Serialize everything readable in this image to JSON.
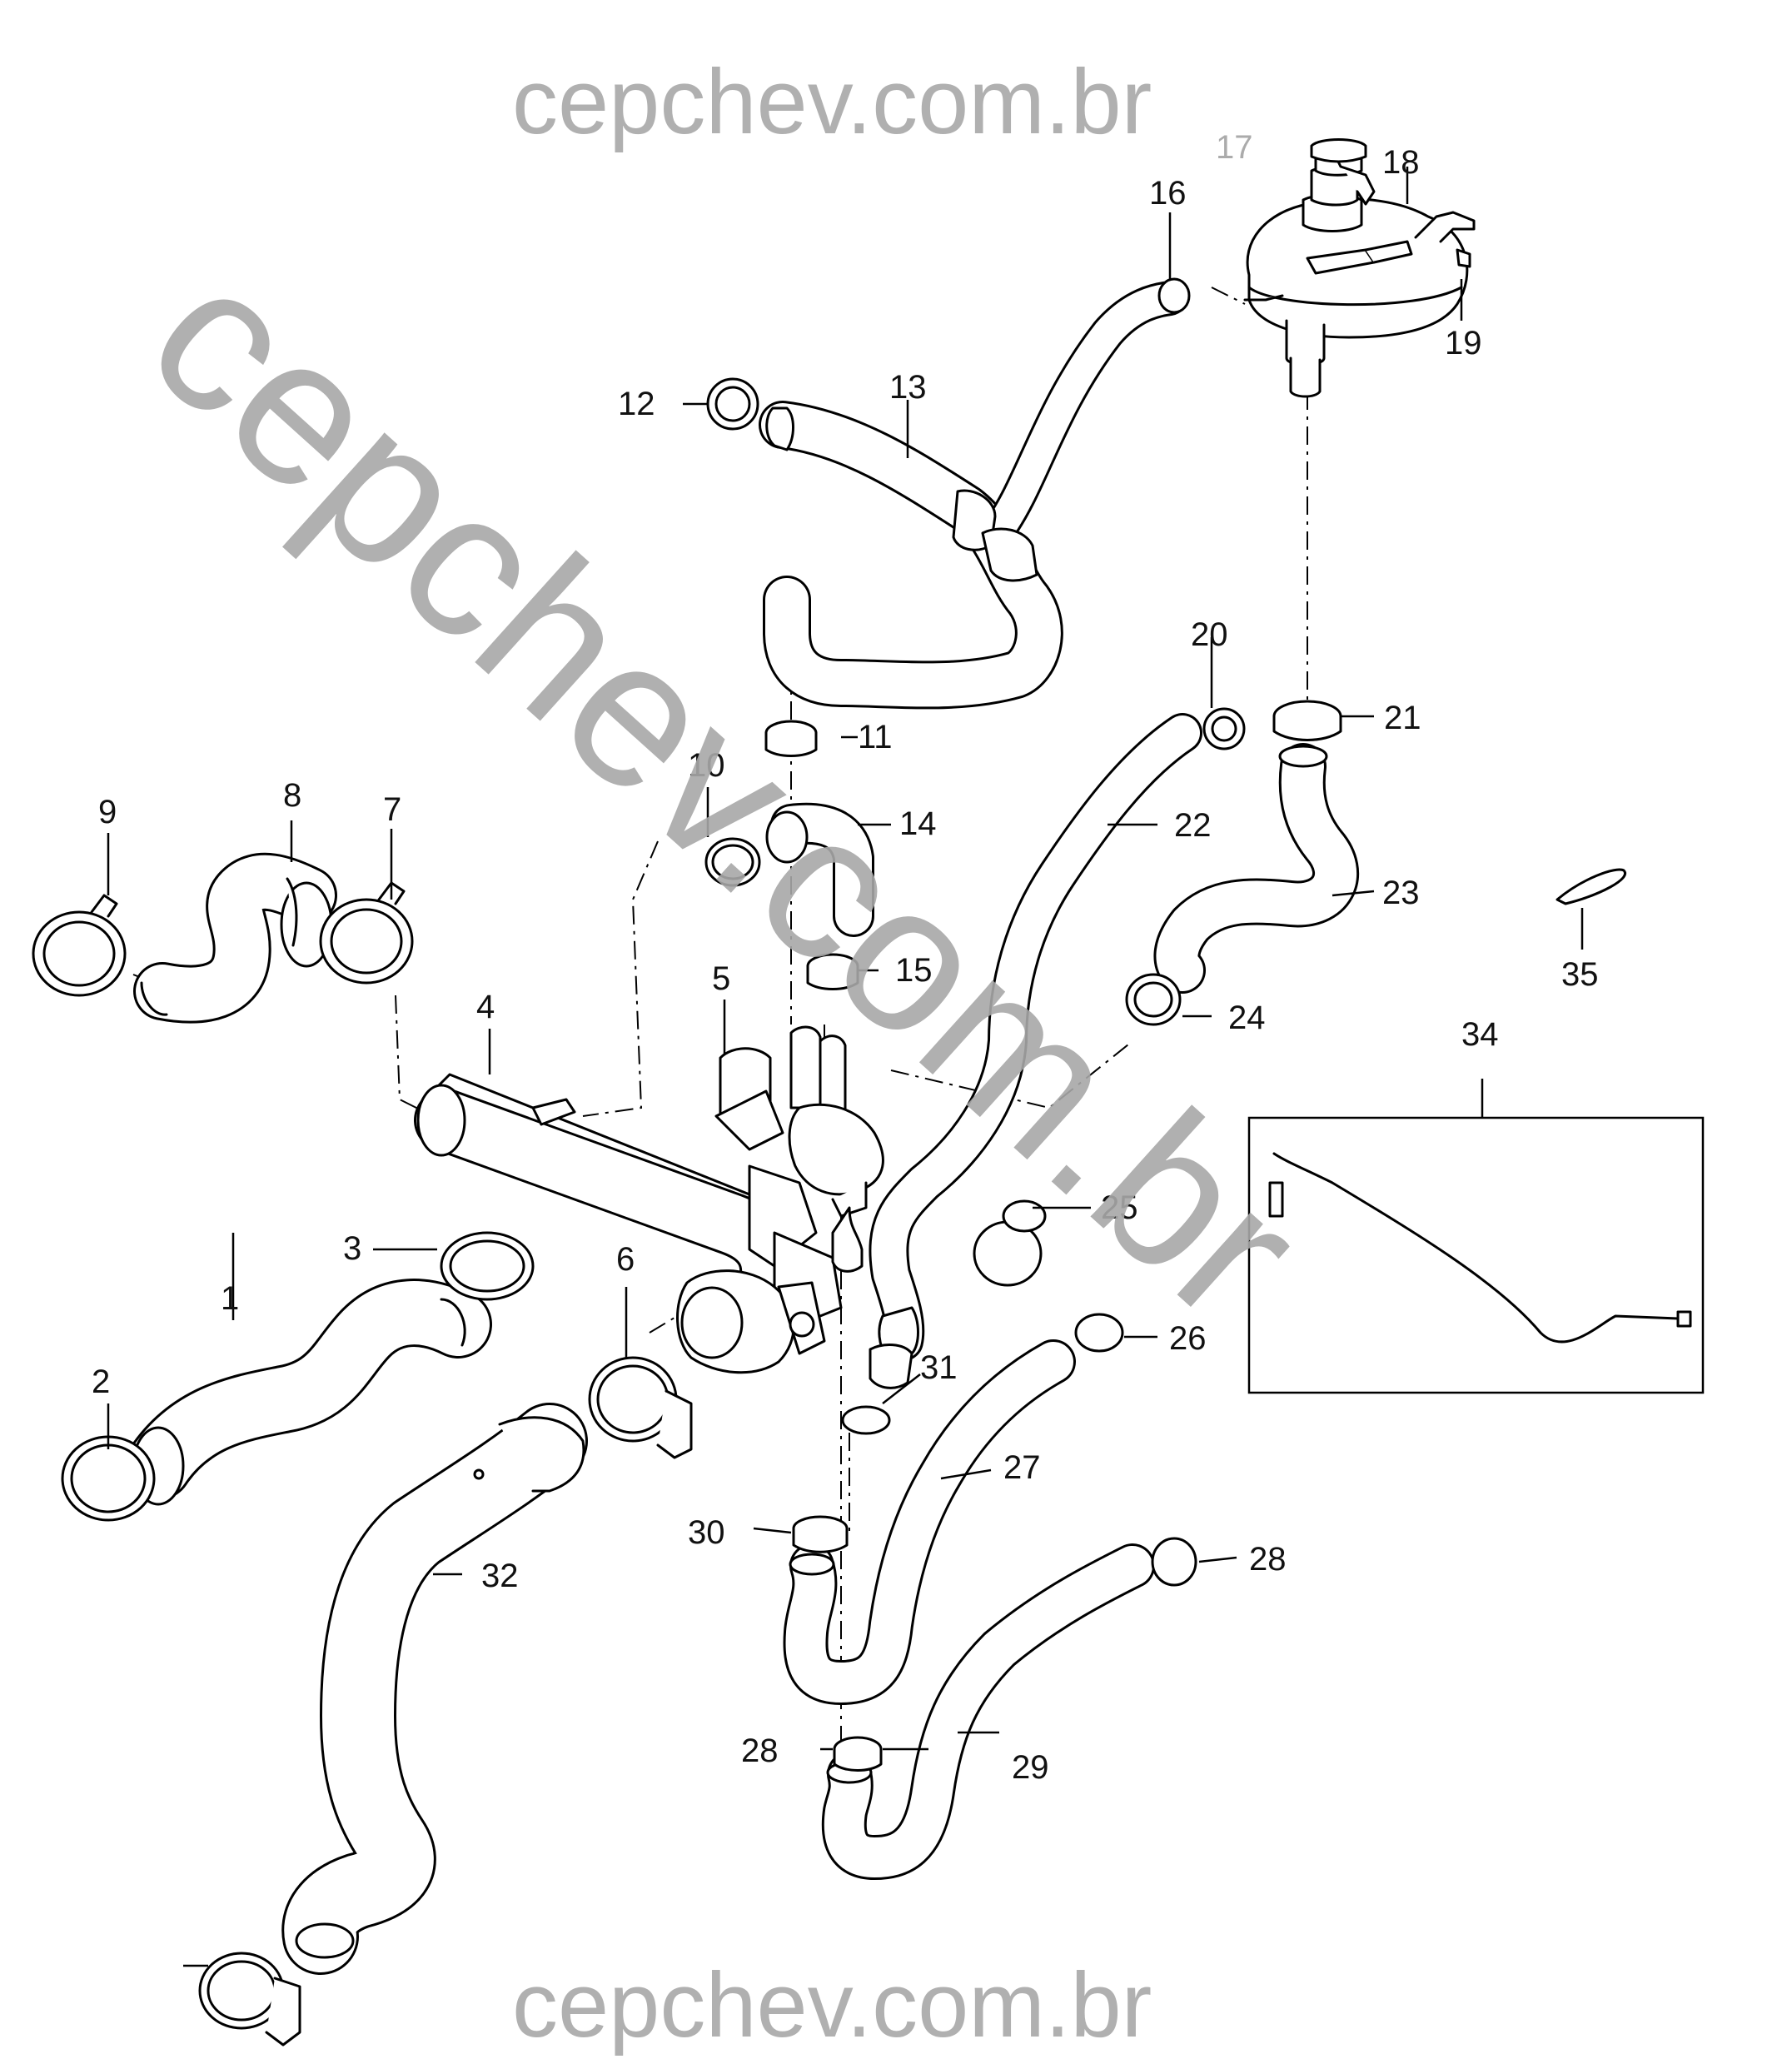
{
  "watermark": {
    "top": "cepchev.com.br",
    "bottom": "cepchev.com.br",
    "diagonal": "cepchev.com.br",
    "color": "#a8a8a8"
  },
  "callouts": [
    {
      "id": "c1",
      "label": "1"
    },
    {
      "id": "c2",
      "label": "2"
    },
    {
      "id": "c3",
      "label": "3"
    },
    {
      "id": "c4",
      "label": "4"
    },
    {
      "id": "c5",
      "label": "5"
    },
    {
      "id": "c6",
      "label": "6"
    },
    {
      "id": "c7",
      "label": "7"
    },
    {
      "id": "c8",
      "label": "8"
    },
    {
      "id": "c9",
      "label": "9"
    },
    {
      "id": "c10",
      "label": "10"
    },
    {
      "id": "c11",
      "label": "11"
    },
    {
      "id": "c12",
      "label": "12"
    },
    {
      "id": "c13",
      "label": "13"
    },
    {
      "id": "c14",
      "label": "14"
    },
    {
      "id": "c15",
      "label": "15"
    },
    {
      "id": "c16",
      "label": "16"
    },
    {
      "id": "c17",
      "label": "17"
    },
    {
      "id": "c18",
      "label": "18"
    },
    {
      "id": "c19",
      "label": "19"
    },
    {
      "id": "c20",
      "label": "20"
    },
    {
      "id": "c21",
      "label": "21"
    },
    {
      "id": "c22",
      "label": "22"
    },
    {
      "id": "c23",
      "label": "23"
    },
    {
      "id": "c24",
      "label": "24"
    },
    {
      "id": "c25",
      "label": "25"
    },
    {
      "id": "c26",
      "label": "26"
    },
    {
      "id": "c27",
      "label": "27"
    },
    {
      "id": "c28a",
      "label": "28"
    },
    {
      "id": "c28b",
      "label": "28"
    },
    {
      "id": "c29",
      "label": "29"
    },
    {
      "id": "c30",
      "label": "30"
    },
    {
      "id": "c31",
      "label": "31"
    },
    {
      "id": "c32",
      "label": "32"
    },
    {
      "id": "c34",
      "label": "34"
    },
    {
      "id": "c35",
      "label": "35"
    }
  ]
}
